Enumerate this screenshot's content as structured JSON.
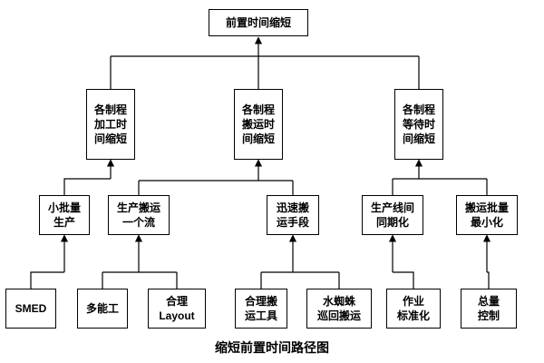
{
  "diagram": {
    "caption": "缩短前置时间路径图",
    "colors": {
      "line": "#000000",
      "box_border": "#000000",
      "box_bg": "#ffffff",
      "text": "#000000",
      "background": "#ffffff"
    },
    "nodes": {
      "root": {
        "label": "前置时间缩短"
      },
      "proc": {
        "label": "各制程\n加工时\n间缩短"
      },
      "transport": {
        "label": "各制程\n搬运时\n间缩短"
      },
      "wait": {
        "label": "各制程\n等待时\n间缩短"
      },
      "small_batch": {
        "label": "小批量\n生产"
      },
      "one_piece": {
        "label": "生产搬运\n一个流"
      },
      "rapid": {
        "label": "迅速搬\n运手段"
      },
      "line_sync": {
        "label": "生产线间\n同期化"
      },
      "min_batch": {
        "label": "搬运批量\n最小化"
      },
      "smed": {
        "label": "SMED"
      },
      "multi_skill": {
        "label": "多能工"
      },
      "layout": {
        "label": "合理\nLayout"
      },
      "tools": {
        "label": "合理搬\n运工具"
      },
      "water_spider": {
        "label": "水蜘蛛\n巡回搬运"
      },
      "work_std": {
        "label": "作业\n标准化"
      },
      "total_control": {
        "label": "总量\n控制"
      }
    },
    "edges": [
      {
        "from": "proc",
        "to": "root"
      },
      {
        "from": "transport",
        "to": "root"
      },
      {
        "from": "wait",
        "to": "root"
      },
      {
        "from": "small_batch",
        "to": "proc"
      },
      {
        "from": "one_piece",
        "to": "transport"
      },
      {
        "from": "rapid",
        "to": "transport"
      },
      {
        "from": "line_sync",
        "to": "wait"
      },
      {
        "from": "min_batch",
        "to": "wait"
      },
      {
        "from": "smed",
        "to": "small_batch"
      },
      {
        "from": "multi_skill",
        "to": "one_piece"
      },
      {
        "from": "layout",
        "to": "one_piece"
      },
      {
        "from": "tools",
        "to": "rapid"
      },
      {
        "from": "water_spider",
        "to": "rapid"
      },
      {
        "from": "work_std",
        "to": "line_sync"
      },
      {
        "from": "total_control",
        "to": "min_batch"
      }
    ]
  }
}
